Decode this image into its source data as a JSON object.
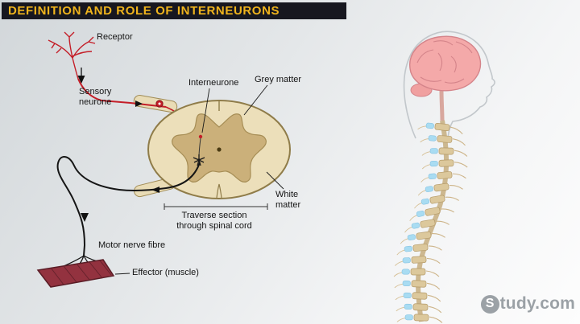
{
  "header": {
    "title": "DEFINITION AND ROLE OF INTERNEURONS"
  },
  "reflex_diagram": {
    "receptor_label": "Receptor",
    "sensory_neurone_label": "Sensory\nneurone",
    "interneurone_label": "Interneurone",
    "grey_matter_label": "Grey matter",
    "white_matter_label": "White\nmatter",
    "section_caption": "Traverse section\nthrough spinal cord",
    "motor_nerve_label": "Motor nerve fibre",
    "effector_label": "Effector (muscle)"
  },
  "watermark": {
    "logo_letter": "S",
    "brand_rest": "tudy.com",
    "full": "Study.com"
  },
  "colors": {
    "header_bg": "#17171f",
    "header_text": "#f0b41c",
    "sensory_red": "#c41e28",
    "cord_fill": "#ecdfba",
    "cord_outline": "#8f7c49",
    "grey_matter": "#cbb07a",
    "muscle": "#93323f",
    "brain_pink": "#f4a9a9",
    "disc_blue": "#a9dcf2",
    "vertebra_tan": "#dcc89c",
    "watermark_gray": "#9ba1a6"
  }
}
